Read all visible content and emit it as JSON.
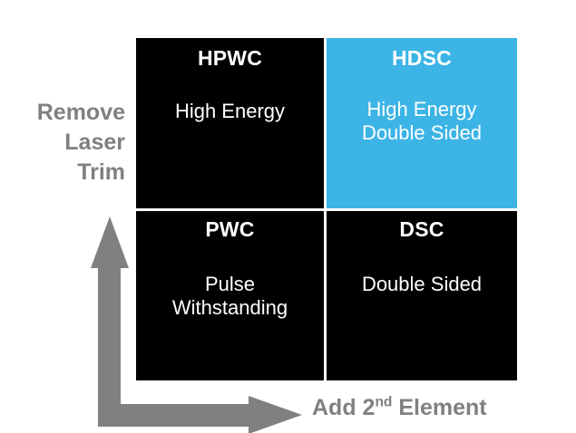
{
  "diagram": {
    "type": "2x2-matrix",
    "accent_color": "#3cb4e5",
    "panel_color": "#000000",
    "axis_color": "#808080",
    "text_color": "#ffffff",
    "y_axis": {
      "label": "Remove\nLaser\nTrim",
      "direction": "up",
      "arrow": "arrow-up"
    },
    "x_axis": {
      "label_before": "Add 2",
      "label_superscript": "nd",
      "label_after": " Element",
      "direction": "right",
      "arrow": "arrow-right"
    },
    "quadrants": [
      {
        "id": "hpwc",
        "position": "top-left",
        "title": "HPWC",
        "description": "High Energy",
        "highlighted": false
      },
      {
        "id": "hdsc",
        "position": "top-right",
        "title": "HDSC",
        "description": "High Energy\nDouble Sided",
        "highlighted": true
      },
      {
        "id": "pwc",
        "position": "bottom-left",
        "title": "PWC",
        "description": "Pulse\nWithstanding",
        "highlighted": false
      },
      {
        "id": "dsc",
        "position": "bottom-right",
        "title": "DSC",
        "description": "Double Sided",
        "highlighted": false
      }
    ]
  }
}
